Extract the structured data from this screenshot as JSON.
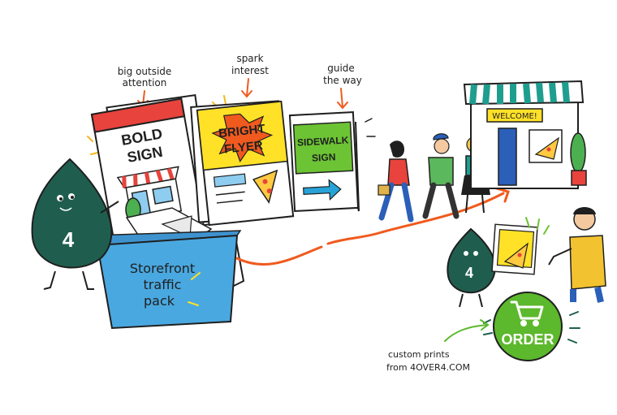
{
  "annotations": {
    "attention_line1": "big outside",
    "attention_line2": "attention",
    "interest_line1": "spark",
    "interest_line2": "interest",
    "guide_line1": "guide",
    "guide_line2": "the way"
  },
  "signs": {
    "bold_line1": "BOLD",
    "bold_line2": "SIGN",
    "flyer_line1": "BRIGHT",
    "flyer_line2": "FLYER",
    "sidewalk_line1": "SIDEWALK",
    "sidewalk_line2": "SIGN"
  },
  "mascot": {
    "number": "4"
  },
  "box": {
    "line1": "Storefront",
    "line2": "traffic",
    "line3": "pack"
  },
  "store": {
    "welcome": "WELCOME!"
  },
  "order_button": {
    "label": "ORDER"
  },
  "footer": {
    "line1": "custom prints",
    "line2": "from 4OVER4.COM"
  },
  "colors": {
    "mascot_green": "#1f5e4f",
    "accent_orange": "#f05a1e",
    "order_green": "#5cb82c",
    "box_blue": "#4aa8e0",
    "flyer_yellow": "#ffe128",
    "sign_red": "#e8433c"
  }
}
